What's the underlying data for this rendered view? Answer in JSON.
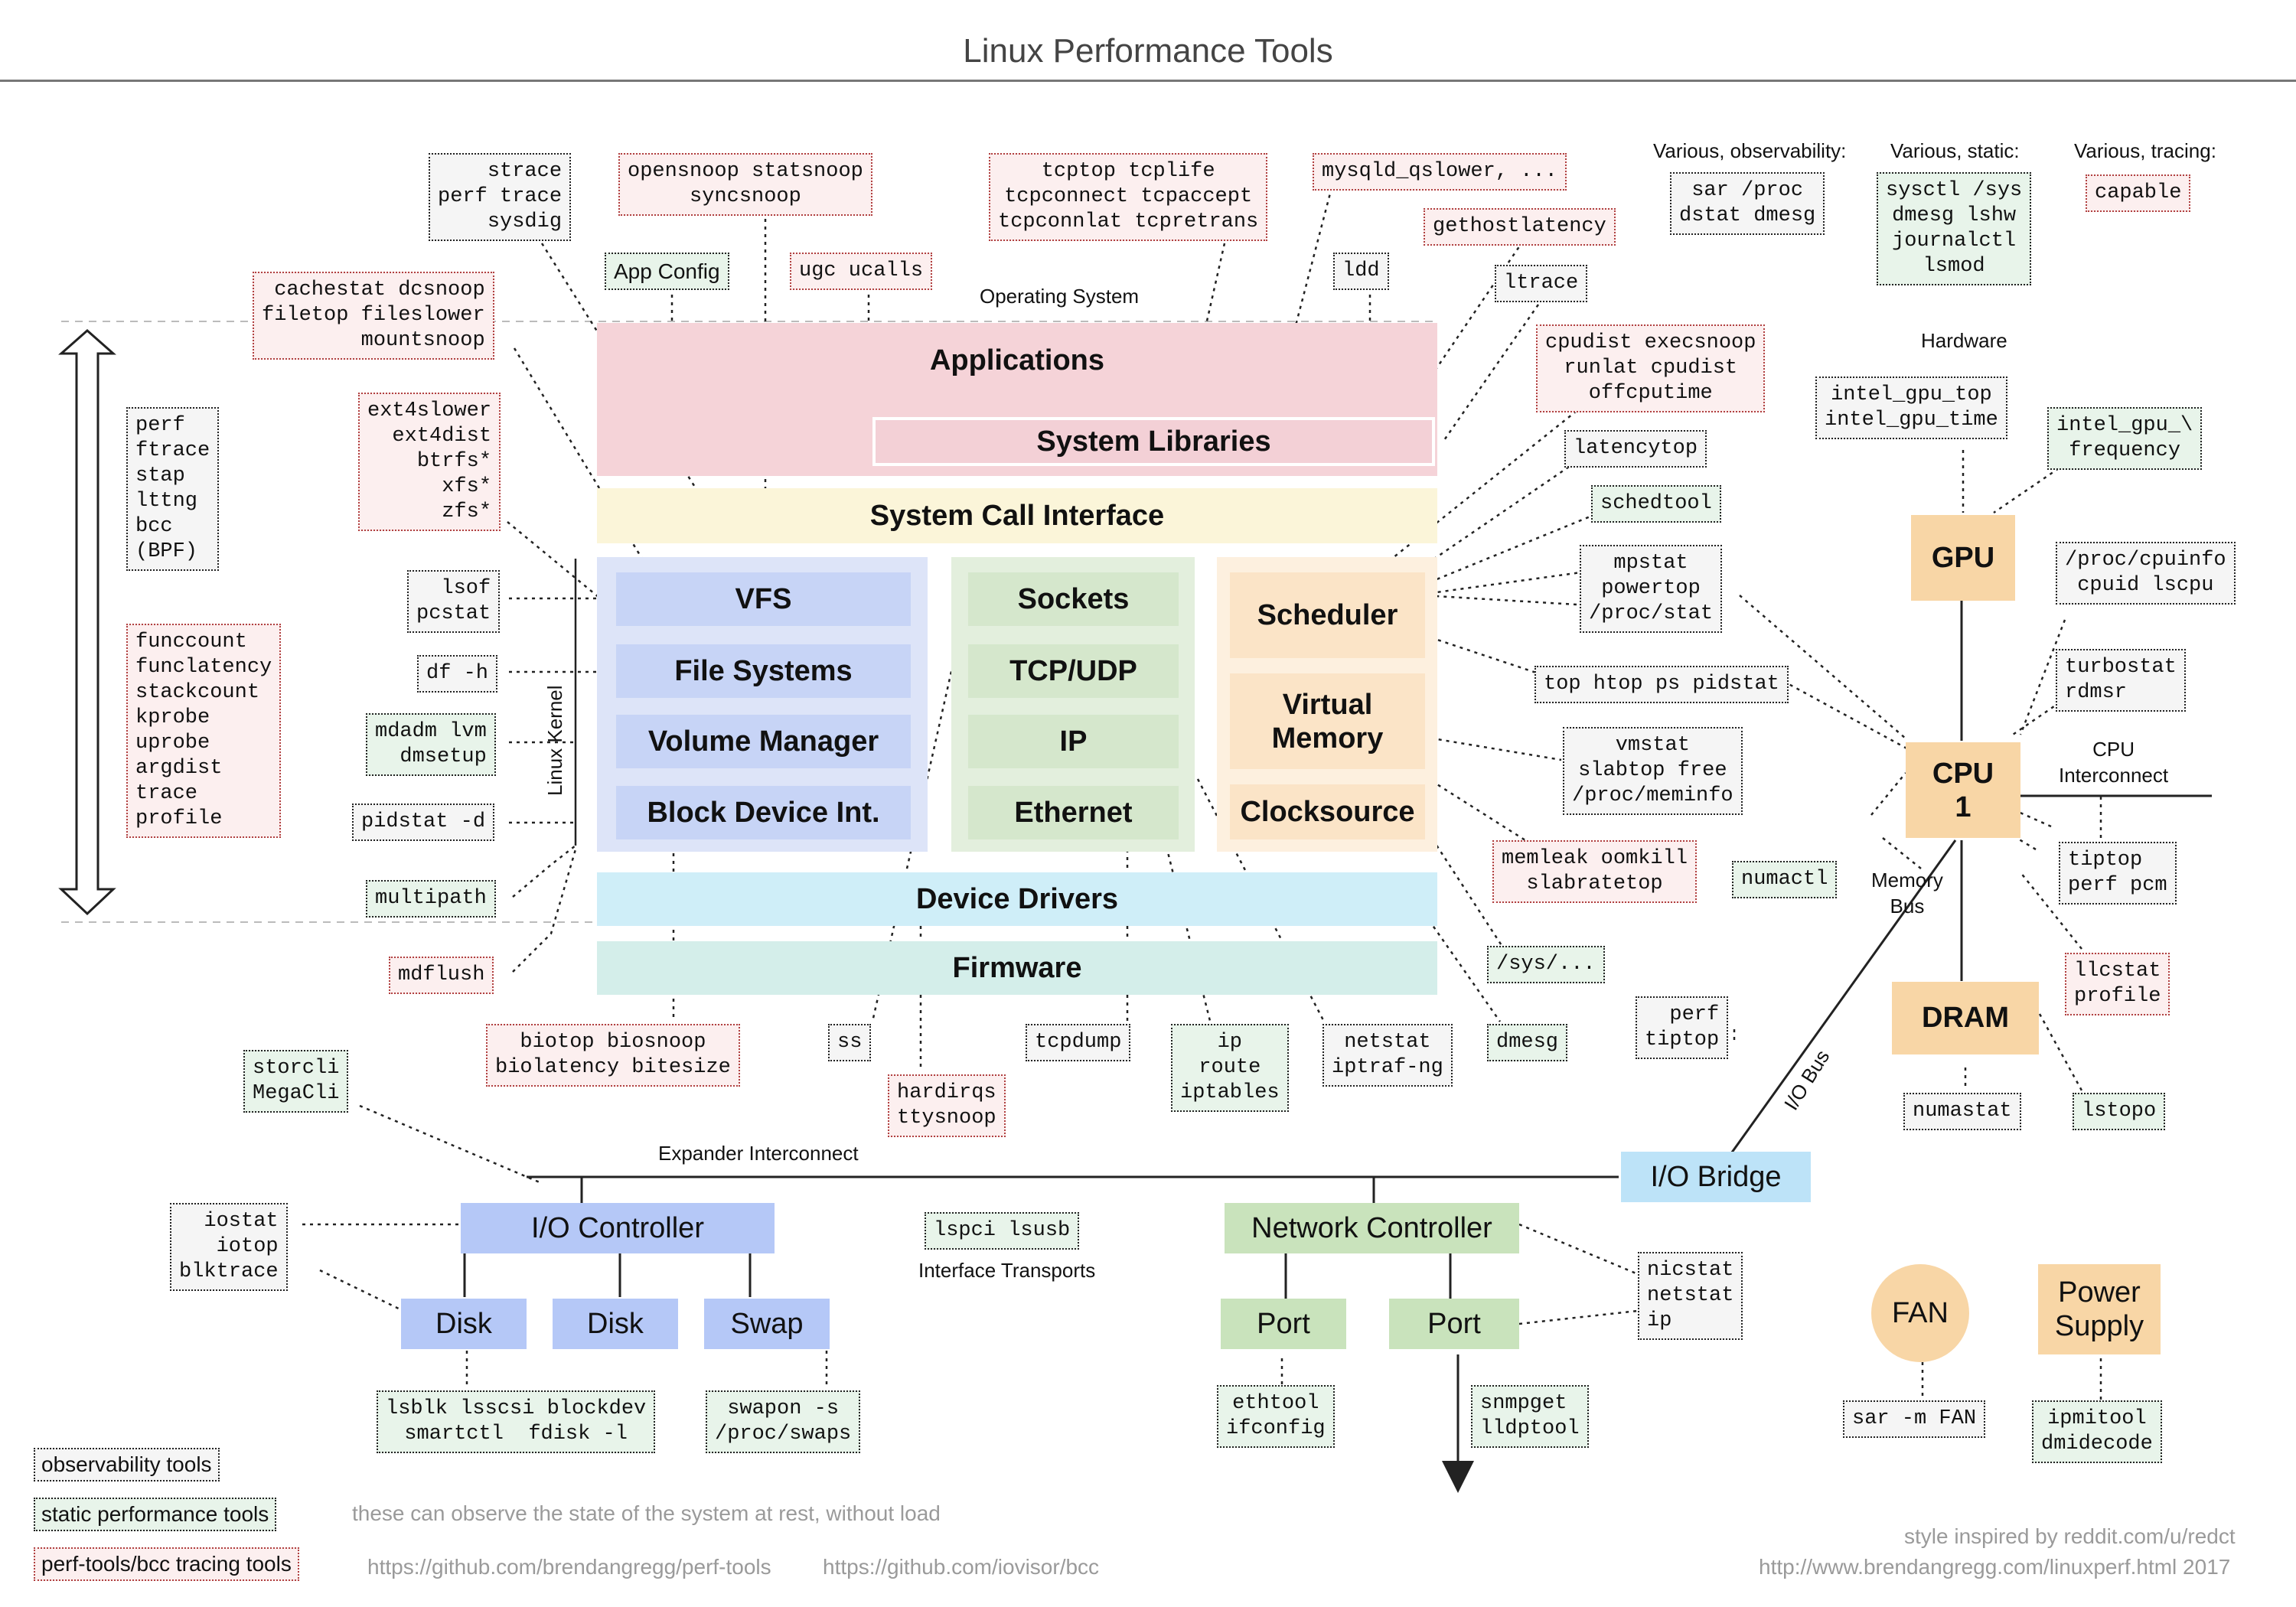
{
  "title": "Linux Performance Tools",
  "labels": {
    "operating_system": "Operating System",
    "linux_kernel": "Linux Kernel",
    "hardware": "Hardware",
    "various_observability": "Various, observability:",
    "various_static": "Various, static:",
    "various_tracing": "Various, tracing:",
    "cpu_interconnect": "CPU\nInterconnect",
    "memory_bus": "Memory\nBus",
    "io_bus": "I/O Bus",
    "expander_interconnect": "Expander Interconnect",
    "interface_transports": "Interface Transports"
  },
  "components": {
    "applications": "Applications",
    "system_libraries": "System Libraries",
    "system_call_interface": "System Call Interface",
    "vfs": "VFS",
    "file_systems": "File Systems",
    "volume_manager": "Volume Manager",
    "block_device_int": "Block Device Int.",
    "sockets": "Sockets",
    "tcp_udp": "TCP/UDP",
    "ip": "IP",
    "ethernet": "Ethernet",
    "scheduler": "Scheduler",
    "virtual_memory": "Virtual\nMemory",
    "clocksource": "Clocksource",
    "device_drivers": "Device Drivers",
    "firmware": "Firmware",
    "gpu": "GPU",
    "cpu": "CPU\n1",
    "dram": "DRAM",
    "io_bridge": "I/O Bridge",
    "io_controller": "I/O Controller",
    "disk1": "Disk",
    "disk2": "Disk",
    "swap": "Swap",
    "network_controller": "Network Controller",
    "port1": "Port",
    "port2": "Port",
    "fan": "FAN",
    "power_supply": "Power\nSupply"
  },
  "tools": {
    "strace": "strace\nperf trace\nsysdig",
    "opensnoop": "opensnoop statsnoop\nsyncsnoop",
    "tcptop": "tcptop tcplife\ntcpconnect tcpaccept\ntcpconnlat tcpretrans",
    "mysqld": "mysqld_qslower, ...",
    "gethostlatency": "gethostlatency",
    "various_obs": "sar /proc\ndstat dmesg",
    "various_static": "sysctl /sys\ndmesg lshw\njournalctl\nlsmod",
    "capable": "capable",
    "app_config": "App Config",
    "ugc": "ugc ucalls",
    "ldd": "ldd",
    "ltrace": "ltrace",
    "cachestat": "cachestat dcsnoop\nfiletop fileslower\nmountsnoop",
    "cpudist": "cpudist execsnoop\nrunlat cpudist\noffcputime",
    "intel_gpu_top": "intel_gpu_top\nintel_gpu_time",
    "intel_gpu_freq": "intel_gpu_\\\nfrequency",
    "perf_left": "perf\nftrace\nstap\nlttng\nbcc\n(BPF)",
    "ext4slower": "ext4slower\next4dist\nbtrfs*\nxfs*\nzfs*",
    "latencytop": "latencytop",
    "schedtool": "schedtool",
    "lsof": "lsof\npcstat",
    "mpstat": "mpstat\npowertop\n/proc/stat",
    "proc_cpuinfo": "/proc/cpuinfo\ncpuid lscpu",
    "funccount": "funccount\nfunclatency\nstackcount\nkprobe\nuprobe\nargdist\ntrace\nprofile",
    "df": "df -h",
    "top": "top htop ps pidstat",
    "turbostat": "turbostat\nrdmsr",
    "mdadm": "mdadm lvm\ndmsetup",
    "vmstat": "vmstat\nslabtop free\n/proc/meminfo",
    "pidstat_d": "pidstat -d",
    "memleak": "memleak oomkill\nslabratetop",
    "numactl": "numactl",
    "tiptop": "tiptop\nperf pcm",
    "multipath": "multipath",
    "sys": "/sys/...",
    "llcstat": "llcstat\nprofile",
    "mdflush": "mdflush",
    "biotop": "biotop biosnoop\nbiolatency bitesize",
    "ss": "ss",
    "tcpdump": "tcpdump",
    "ip_route": "ip\nroute\niptables",
    "netstat": "netstat\niptraf-ng",
    "dmesg": "dmesg",
    "perf_tiptop": "perf\ntiptop",
    "storcli": "storcli\nMegaCli",
    "hardirqs": "hardirqs\nttysnoop",
    "numastat": "numastat",
    "lstopo": "lstopo",
    "iostat": "iostat\niotop\nblktrace",
    "lspci": "lspci lsusb",
    "nicstat": "nicstat\nnetstat\nip",
    "lsblk": "lsblk lsscsi blockdev\nsmartctl  fdisk -l",
    "swapon": "swapon -s\n/proc/swaps",
    "ethtool": "ethtool\nifconfig",
    "snmpget": "snmpget\nlldptool",
    "sar_fan": "sar -m FAN",
    "ipmitool": "ipmitool\ndmidecode"
  },
  "legend": {
    "observability": "observability tools",
    "static": "static performance tools",
    "tracing": "perf-tools/bcc tracing tools"
  },
  "footer": {
    "note": "these can observe the state of the system at rest, without load",
    "link1": "https://github.com/brendangregg/perf-tools",
    "link2": "https://github.com/iovisor/bcc",
    "credit": "style inspired by reddit.com/u/redct",
    "url": "http://www.brendangregg.com/linuxperf.html 2017"
  },
  "colors": {
    "app_bg": "#f5d3d8",
    "syscall_bg": "#fbf5d9",
    "fs_col_bg": "#dde4f8",
    "fs_box": "#c7d4f6",
    "net_col_bg": "#e3efdd",
    "net_box": "#d5e7cc",
    "sched_col_bg": "#fdf0df",
    "sched_box": "#fbe4c7",
    "drivers_bg": "#cfeef8",
    "firmware_bg": "#d4eeea",
    "hw_orange": "#f8d6a6",
    "io_blue": "#b5c8f7",
    "bridge_blue": "#bde3f8",
    "net_green": "#c9e3bc"
  }
}
